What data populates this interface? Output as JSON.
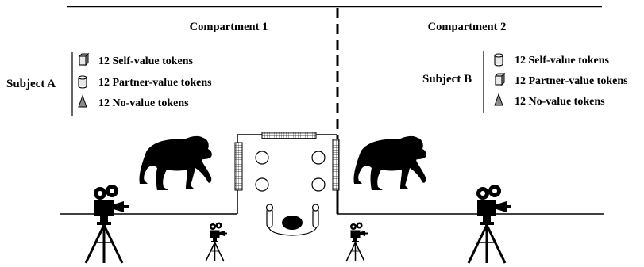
{
  "compartments": [
    {
      "label": "Compartment 1"
    },
    {
      "label": "Compartment 2"
    }
  ],
  "subjects": [
    {
      "label": "Subject A",
      "tokens": [
        {
          "icon": "cube-token-icon",
          "text": "12 Self-value tokens"
        },
        {
          "icon": "cylinder-token-icon",
          "text": "12 Partner-value tokens"
        },
        {
          "icon": "cone-token-icon",
          "text": "12 No-value tokens"
        }
      ]
    },
    {
      "label": "Subject B",
      "tokens": [
        {
          "icon": "cylinder-token-icon",
          "text": "12 Self-value tokens"
        },
        {
          "icon": "cube-token-icon",
          "text": "12 Partner-value tokens"
        },
        {
          "icon": "cone-token-icon",
          "text": "12 No-value tokens"
        }
      ]
    }
  ],
  "colors": {
    "ink": "#000000",
    "mesh": "#5a5a5a",
    "token_fill": "#e8e8e8",
    "cone_fill": "#8a8a8a"
  }
}
